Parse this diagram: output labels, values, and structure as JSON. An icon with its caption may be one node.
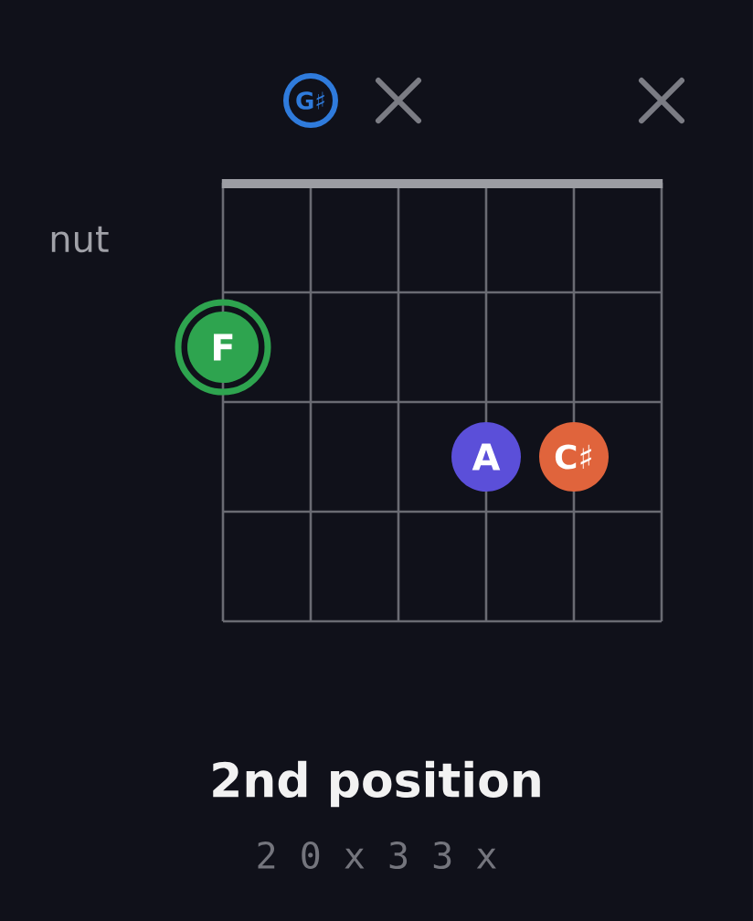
{
  "diagram": {
    "title": "2nd position",
    "caption": "2 0 x 3 3 x",
    "nodes": [
      {
        "text": [
          "G♯"
        ]
      },
      {
        "text": [
          "F"
        ]
      },
      {
        "text": [
          "A"
        ]
      },
      {
        "text": [
          "C♯"
        ]
      }
    ],
    "labels": [
      "nut"
    ]
  }
}
